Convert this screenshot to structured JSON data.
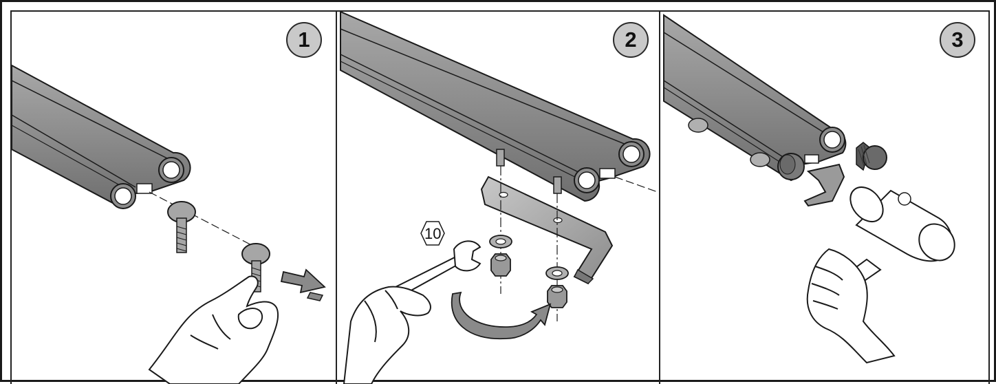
{
  "steps": [
    {
      "number": "1"
    },
    {
      "number": "2",
      "wrench_size": "10"
    },
    {
      "number": "3"
    }
  ],
  "colors": {
    "bar": "#8a8a8a",
    "bar_light": "#a9a9a9",
    "bar_dark": "#5e5e5e",
    "badge": "#c9c9c9",
    "outline": "#1a1a1a"
  },
  "icons": [
    "roof-bar-icon",
    "carriage-bolt-icon",
    "hand-icon",
    "insert-arrow-icon",
    "bracket-icon",
    "washer-icon",
    "nut-icon",
    "wrench-icon",
    "rotate-arrow-icon",
    "end-cap-icon",
    "mallet-icon"
  ]
}
